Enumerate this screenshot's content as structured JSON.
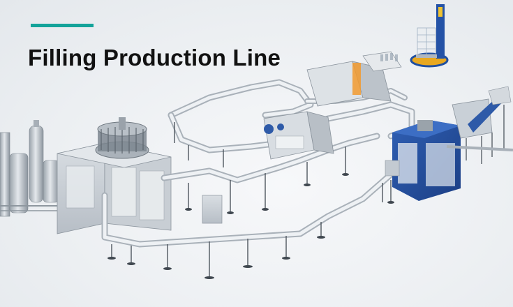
{
  "banner": {
    "title": "Filling Production Line",
    "accent_color": "#14a39a"
  },
  "illustration": {
    "subject": "industrial bottled-water filling line",
    "icons": [
      "water-treatment-tanks",
      "rotary-filler",
      "conveyor",
      "labeling-machine",
      "packing-machine",
      "pallet-wrapper",
      "bottle-unscrambler"
    ]
  }
}
